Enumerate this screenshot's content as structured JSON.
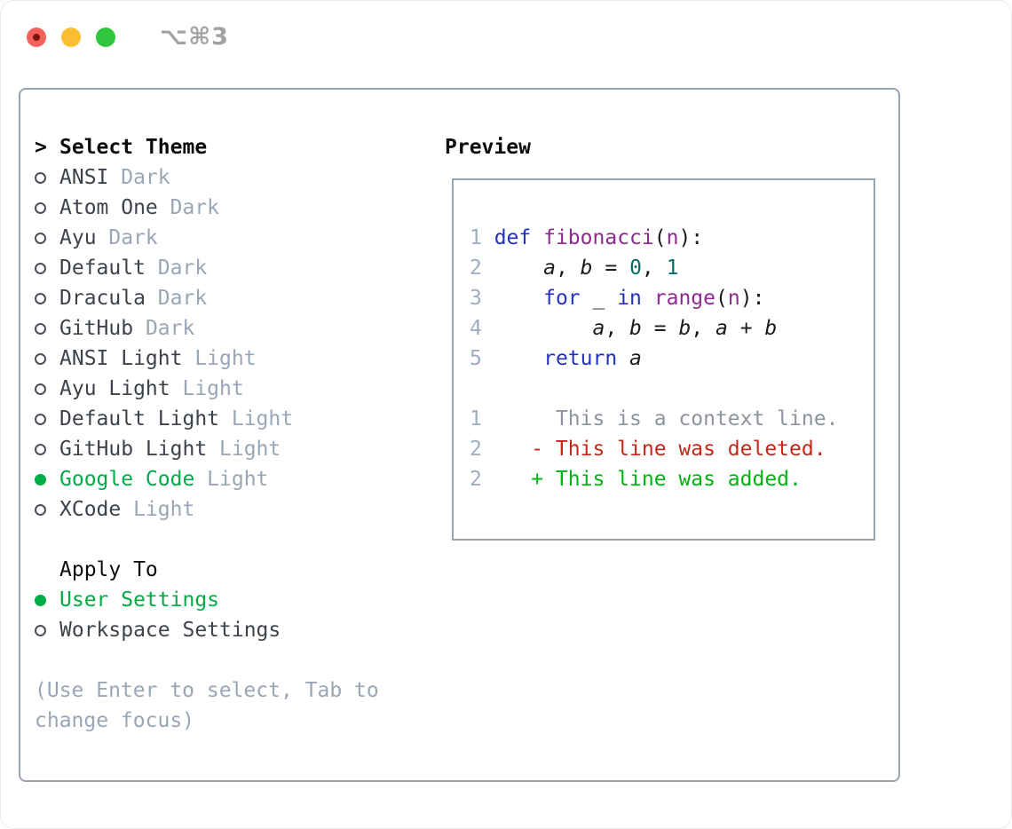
{
  "window": {
    "shortcut_label": "⌥⌘3",
    "traffic_lights": [
      "close",
      "minimize",
      "zoom"
    ]
  },
  "theme_panel": {
    "cursor": ">",
    "header": "Select Theme",
    "items": [
      {
        "name": "ANSI",
        "tag": "Dark",
        "selected": false
      },
      {
        "name": "Atom One",
        "tag": "Dark",
        "selected": false
      },
      {
        "name": "Ayu",
        "tag": "Dark",
        "selected": false
      },
      {
        "name": "Default",
        "tag": "Dark",
        "selected": false
      },
      {
        "name": "Dracula",
        "tag": "Dark",
        "selected": false
      },
      {
        "name": "GitHub",
        "tag": "Dark",
        "selected": false
      },
      {
        "name": "ANSI Light",
        "tag": "Light",
        "selected": false
      },
      {
        "name": "Ayu Light",
        "tag": "Light",
        "selected": false
      },
      {
        "name": "Default Light",
        "tag": "Light",
        "selected": false
      },
      {
        "name": "GitHub Light",
        "tag": "Light",
        "selected": false
      },
      {
        "name": "Google Code",
        "tag": "Light",
        "selected": true
      },
      {
        "name": "XCode",
        "tag": "Light",
        "selected": false
      }
    ]
  },
  "apply_panel": {
    "header": "Apply To",
    "options": [
      {
        "label": "User Settings",
        "selected": true
      },
      {
        "label": "Workspace Settings",
        "selected": false
      }
    ]
  },
  "help_text": "(Use Enter to select, Tab to change focus)",
  "preview": {
    "header": "Preview",
    "lines": [
      {
        "num": "1",
        "tokens": [
          [
            "pl",
            " "
          ],
          [
            "kw",
            "def"
          ],
          [
            "pl",
            " "
          ],
          [
            "fn",
            "fibonacci"
          ],
          [
            "pl",
            "("
          ],
          [
            "fn",
            "n"
          ],
          [
            "pl",
            "):"
          ]
        ]
      },
      {
        "num": "2",
        "tokens": [
          [
            "pl",
            "     "
          ],
          [
            "var",
            "a"
          ],
          [
            "pl",
            ", "
          ],
          [
            "var",
            "b"
          ],
          [
            "pl",
            " = "
          ],
          [
            "num",
            "0"
          ],
          [
            "pl",
            ", "
          ],
          [
            "num",
            "1"
          ]
        ]
      },
      {
        "num": "3",
        "tokens": [
          [
            "pl",
            "     "
          ],
          [
            "kw",
            "for"
          ],
          [
            "pl",
            " _ "
          ],
          [
            "kw",
            "in"
          ],
          [
            "pl",
            " "
          ],
          [
            "fn",
            "range"
          ],
          [
            "pl",
            "("
          ],
          [
            "fn",
            "n"
          ],
          [
            "pl",
            "):"
          ]
        ]
      },
      {
        "num": "4",
        "tokens": [
          [
            "pl",
            "         "
          ],
          [
            "var",
            "a"
          ],
          [
            "pl",
            ", "
          ],
          [
            "var",
            "b"
          ],
          [
            "pl",
            " = "
          ],
          [
            "var",
            "b"
          ],
          [
            "pl",
            ", "
          ],
          [
            "var",
            "a"
          ],
          [
            "pl",
            " + "
          ],
          [
            "var",
            "b"
          ]
        ]
      },
      {
        "num": "5",
        "tokens": [
          [
            "pl",
            "     "
          ],
          [
            "kw",
            "return"
          ],
          [
            "pl",
            " "
          ],
          [
            "var",
            "a"
          ]
        ]
      },
      {
        "num": "",
        "tokens": []
      },
      {
        "num": "1",
        "tokens": [
          [
            "pl",
            "      "
          ],
          [
            "ctx",
            "This is a context line."
          ]
        ]
      },
      {
        "num": "2",
        "tokens": [
          [
            "pl",
            "    "
          ],
          [
            "del",
            "- This line was deleted."
          ]
        ]
      },
      {
        "num": "2",
        "tokens": [
          [
            "pl",
            "    "
          ],
          [
            "add",
            "+ This line was added."
          ]
        ]
      }
    ]
  },
  "colors": {
    "border": "#9aa4b1",
    "text-dark": "#3d434b",
    "text-muted": "#9aa6b6",
    "circle": "#4b5058",
    "selected-green": "#00ac47",
    "kw": "#2531c0",
    "fn": "#8e2a90",
    "num": "#0a6b6d",
    "ln": "#9fadc0",
    "ctx": "#8d949d",
    "del": "#c5271a",
    "add": "#00b312",
    "traffic-red": "#f4615c",
    "traffic-red-dot": "#7e150d",
    "traffic-yellow": "#fcbd32",
    "traffic-green": "#30c73e",
    "titlebar-text": "#a2a2a2"
  }
}
